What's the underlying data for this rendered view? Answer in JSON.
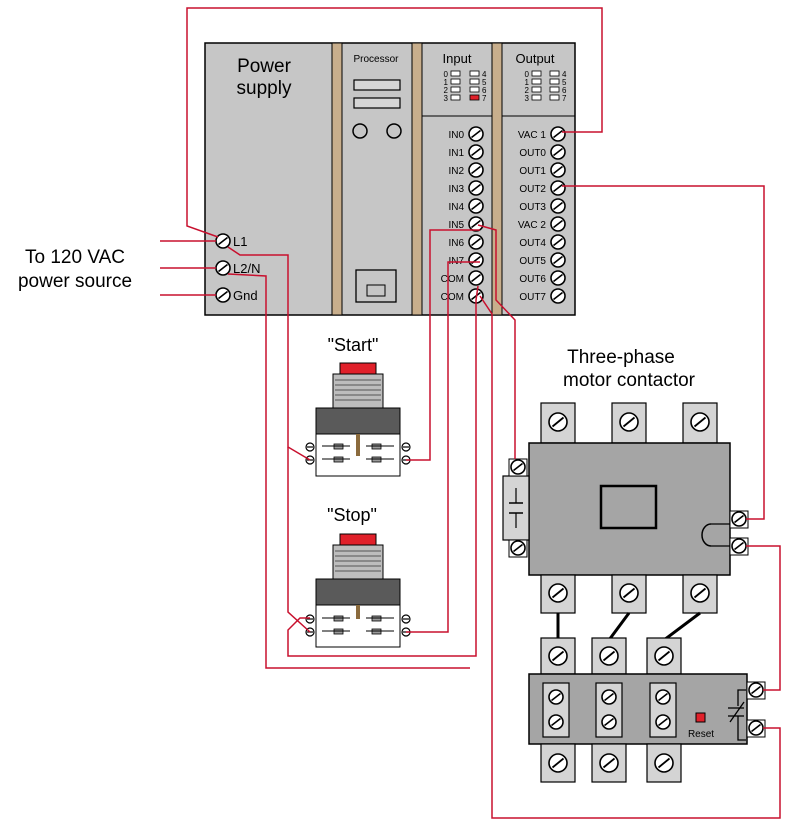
{
  "power_source": {
    "line1": "To 120 VAC",
    "line2": "power source"
  },
  "plc": {
    "power_supply": {
      "title_line1": "Power",
      "title_line2": "supply",
      "terminals": [
        "L1",
        "L2/N",
        "Gnd"
      ]
    },
    "processor": {
      "title": "Processor"
    },
    "input": {
      "title": "Input",
      "led_left": [
        "0",
        "1",
        "2",
        "3"
      ],
      "led_right": [
        "4",
        "5",
        "6",
        "7"
      ],
      "active_led": "7",
      "terminals": [
        "IN0",
        "IN1",
        "IN2",
        "IN3",
        "IN4",
        "IN5",
        "IN6",
        "IN7",
        "COM",
        "COM"
      ]
    },
    "output": {
      "title": "Output",
      "led_left": [
        "0",
        "1",
        "2",
        "3"
      ],
      "led_right": [
        "4",
        "5",
        "6",
        "7"
      ],
      "terminals": [
        "VAC 1",
        "OUT0",
        "OUT1",
        "OUT2",
        "OUT3",
        "VAC 2",
        "OUT4",
        "OUT5",
        "OUT6",
        "OUT7"
      ]
    }
  },
  "start_switch": {
    "label": "\"Start\""
  },
  "stop_switch": {
    "label": "\"Stop\""
  },
  "contactor": {
    "title_line1": "Three-phase",
    "title_line2": "motor contactor"
  },
  "overload": {
    "reset_label": "Reset"
  },
  "colors": {
    "wire": "#c8102e",
    "plc_panel": "#c6c6c6",
    "divider": "#c8ae8c",
    "contactor_body": "#a5a5a5",
    "button_red": "#e0202a"
  }
}
